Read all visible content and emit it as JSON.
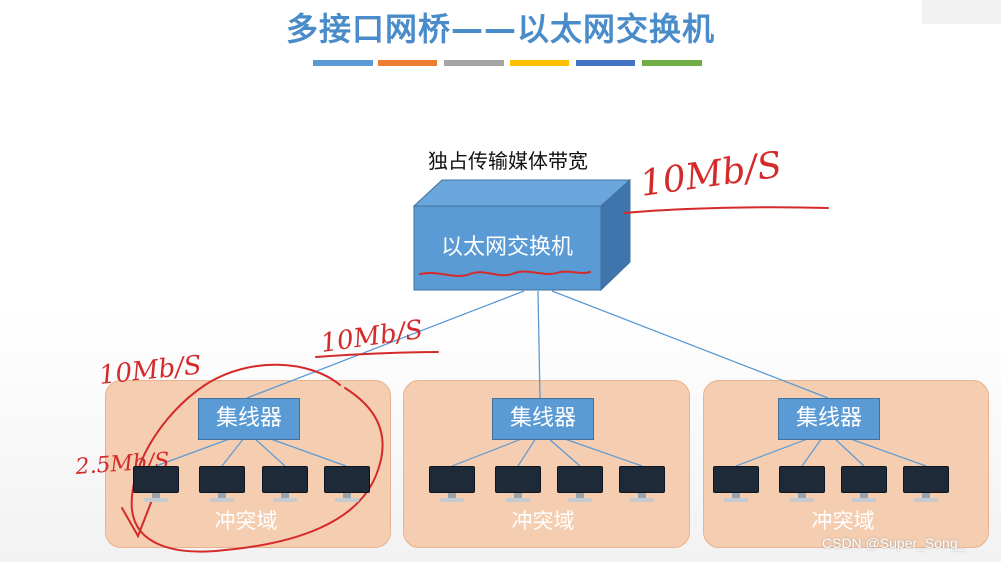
{
  "title": "多接口网桥——以太网交换机",
  "colors": {
    "title": "#4a8cc9",
    "bars": [
      "#5b9bd5",
      "#ed7d31",
      "#a5a5a5",
      "#ffc000",
      "#4472c4",
      "#70ad47"
    ],
    "switch_front": "#5b9bd5",
    "domain_fill": "#f5cdb0",
    "annotation_ink": "#d42a2a"
  },
  "caption": "独占传输媒体带宽",
  "switch": {
    "label": "以太网交换机"
  },
  "domains": [
    {
      "hub": "集线器",
      "label": "冲突域",
      "pc_count": 4
    },
    {
      "hub": "集线器",
      "label": "冲突域",
      "pc_count": 4
    },
    {
      "hub": "集线器",
      "label": "冲突域",
      "pc_count": 4
    }
  ],
  "annotations": [
    "10Mb/S",
    "10Mb/S",
    "10Mb/S",
    "2.5Mb/S"
  ],
  "watermark": "CSDN @Super_Song_"
}
